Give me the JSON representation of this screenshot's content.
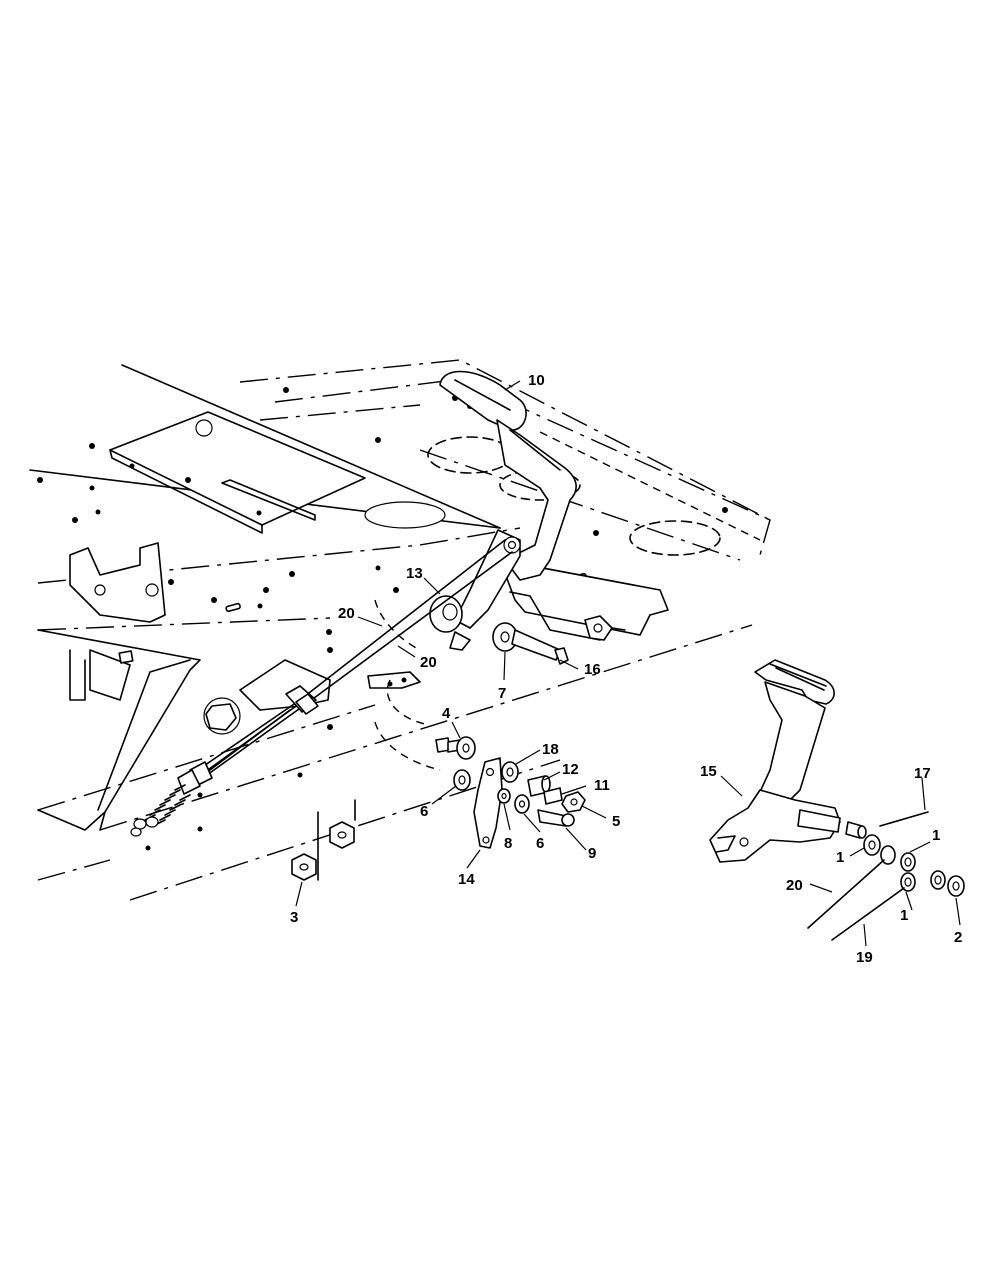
{
  "diagram": {
    "callouts": [
      {
        "id": "c10",
        "text": "10"
      },
      {
        "id": "c13",
        "text": "13"
      },
      {
        "id": "c20a",
        "text": "20"
      },
      {
        "id": "c20b",
        "text": "20"
      },
      {
        "id": "c16",
        "text": "16"
      },
      {
        "id": "c7",
        "text": "7"
      },
      {
        "id": "c4",
        "text": "4"
      },
      {
        "id": "c18",
        "text": "18"
      },
      {
        "id": "c12",
        "text": "12"
      },
      {
        "id": "c11",
        "text": "11"
      },
      {
        "id": "c5",
        "text": "5"
      },
      {
        "id": "c6a",
        "text": "6"
      },
      {
        "id": "c8",
        "text": "8"
      },
      {
        "id": "c6b",
        "text": "6"
      },
      {
        "id": "c9",
        "text": "9"
      },
      {
        "id": "c14",
        "text": "14"
      },
      {
        "id": "c3",
        "text": "3"
      },
      {
        "id": "c15",
        "text": "15"
      },
      {
        "id": "c17",
        "text": "17"
      },
      {
        "id": "c1a",
        "text": "1"
      },
      {
        "id": "c1b",
        "text": "1"
      },
      {
        "id": "c1c",
        "text": "1"
      },
      {
        "id": "c20c",
        "text": "20"
      },
      {
        "id": "c19",
        "text": "19"
      },
      {
        "id": "c2",
        "text": "2"
      }
    ]
  }
}
